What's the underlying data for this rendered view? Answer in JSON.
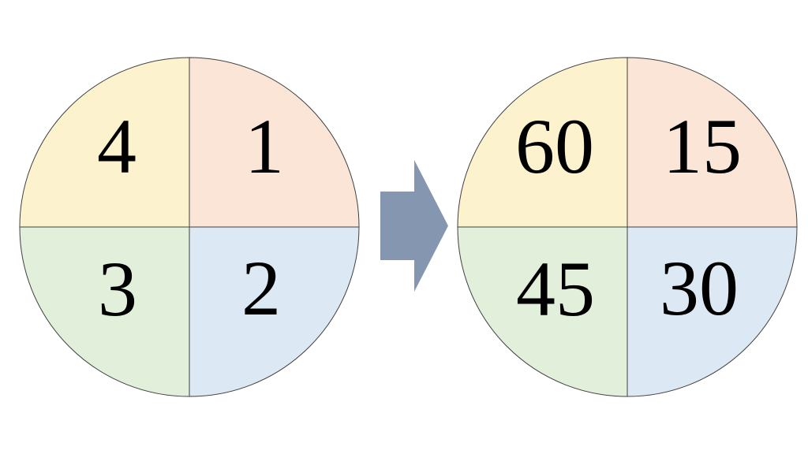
{
  "figure": {
    "background_color": "#FFFFFF",
    "outline_color": "#404040",
    "text_color": "#000000"
  },
  "left_wheel": {
    "quadrants": {
      "top_left": {
        "label": "4",
        "color": "#FCF2CE"
      },
      "top_right": {
        "label": "1",
        "color": "#FAE5D7"
      },
      "bottom_right": {
        "label": "2",
        "color": "#DCE8F4"
      },
      "bottom_left": {
        "label": "3",
        "color": "#E2EFDA"
      }
    }
  },
  "right_wheel": {
    "quadrants": {
      "top_left": {
        "label": "60",
        "color": "#FCF2CE"
      },
      "top_right": {
        "label": "15",
        "color": "#FAE5D7"
      },
      "bottom_right": {
        "label": "30",
        "color": "#DCE8F4"
      },
      "bottom_left": {
        "label": "45",
        "color": "#E2EFDA"
      }
    }
  },
  "arrow": {
    "direction": "right",
    "color": "#8496B0"
  }
}
